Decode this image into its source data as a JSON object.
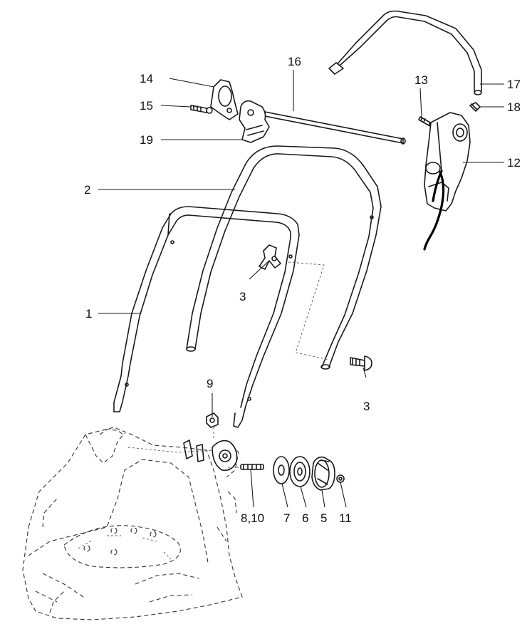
{
  "callouts": {
    "c1": "1",
    "c2": "2",
    "c3a": "3",
    "c3b": "3",
    "c5": "5",
    "c6": "6",
    "c7": "7",
    "c810": "8,10",
    "c9": "9",
    "c11": "11",
    "c12": "12",
    "c13": "13",
    "c14": "14",
    "c15": "15",
    "c16": "16",
    "c17": "17",
    "c18": "18",
    "c19": "19"
  }
}
